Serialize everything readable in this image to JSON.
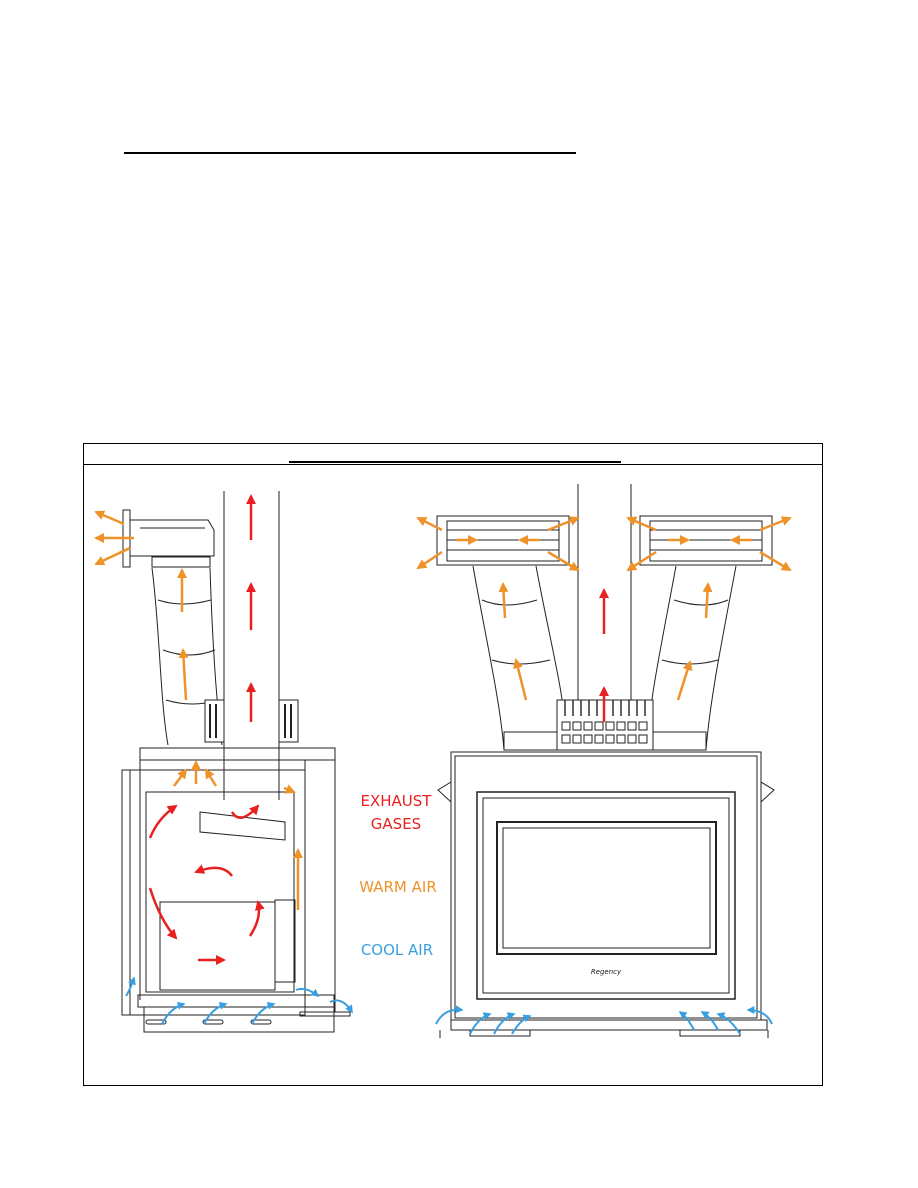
{
  "legend": {
    "exhaust": {
      "line1": "EXHAUST",
      "line2": "GASES",
      "color": "#e8201f"
    },
    "warm": {
      "label": "WARM AIR",
      "color": "#f0922a"
    },
    "cool": {
      "label": "COOL AIR",
      "color": "#3a9fe0"
    }
  },
  "product": {
    "logo_text": "Regency"
  }
}
